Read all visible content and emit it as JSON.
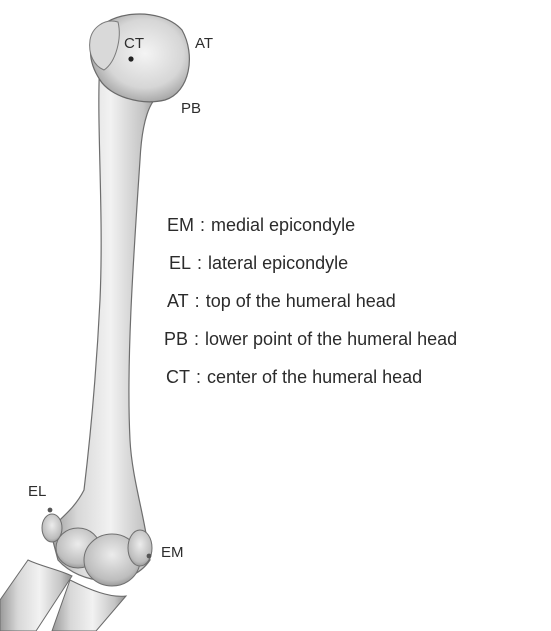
{
  "landmarks": {
    "ct": "CT",
    "at": "AT",
    "pb": "PB",
    "el": "EL",
    "em": "EM"
  },
  "legend": {
    "separator": ":",
    "items": [
      {
        "abbr": "EM",
        "text": "medial epicondyle"
      },
      {
        "abbr": "EL",
        "text": "lateral epicondyle"
      },
      {
        "abbr": "AT",
        "text": "top of the humeral head"
      },
      {
        "abbr": "PB",
        "text": "lower point of the humeral head"
      },
      {
        "abbr": "CT",
        "text": "center of the humeral head"
      }
    ]
  }
}
